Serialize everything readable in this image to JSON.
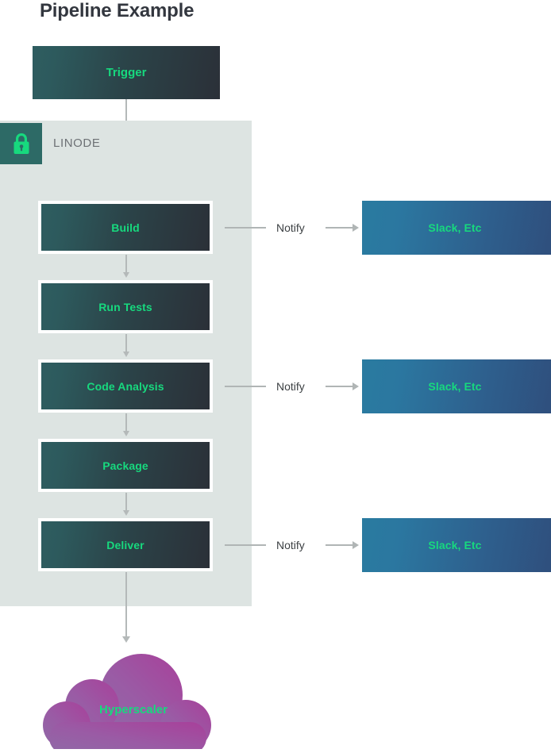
{
  "diagram": {
    "title": "Pipeline Example",
    "accent_green": "#17d97e",
    "panel_bg": "#dde4e2",
    "title_color": "#33373f"
  },
  "trigger": {
    "label": "Trigger"
  },
  "linode": {
    "label": "LINODE",
    "lock_icon": "lock-icon",
    "badge_color": "#2d6a66",
    "lock_color": "#17d97e"
  },
  "pipeline": {
    "stages": [
      {
        "label": "Build"
      },
      {
        "label": "Run Tests"
      },
      {
        "label": "Code Analysis"
      },
      {
        "label": "Package"
      },
      {
        "label": "Deliver"
      }
    ]
  },
  "notifications": [
    {
      "edge_label": "Notify",
      "target": "Slack, Etc"
    },
    {
      "edge_label": "Notify",
      "target": "Slack, Etc"
    },
    {
      "edge_label": "Notify",
      "target": "Slack, Etc"
    }
  ],
  "destination": {
    "label": "Hyperscaler",
    "shape": "cloud",
    "fill_start": "#9a6aa8",
    "fill_end": "#a5459a"
  }
}
